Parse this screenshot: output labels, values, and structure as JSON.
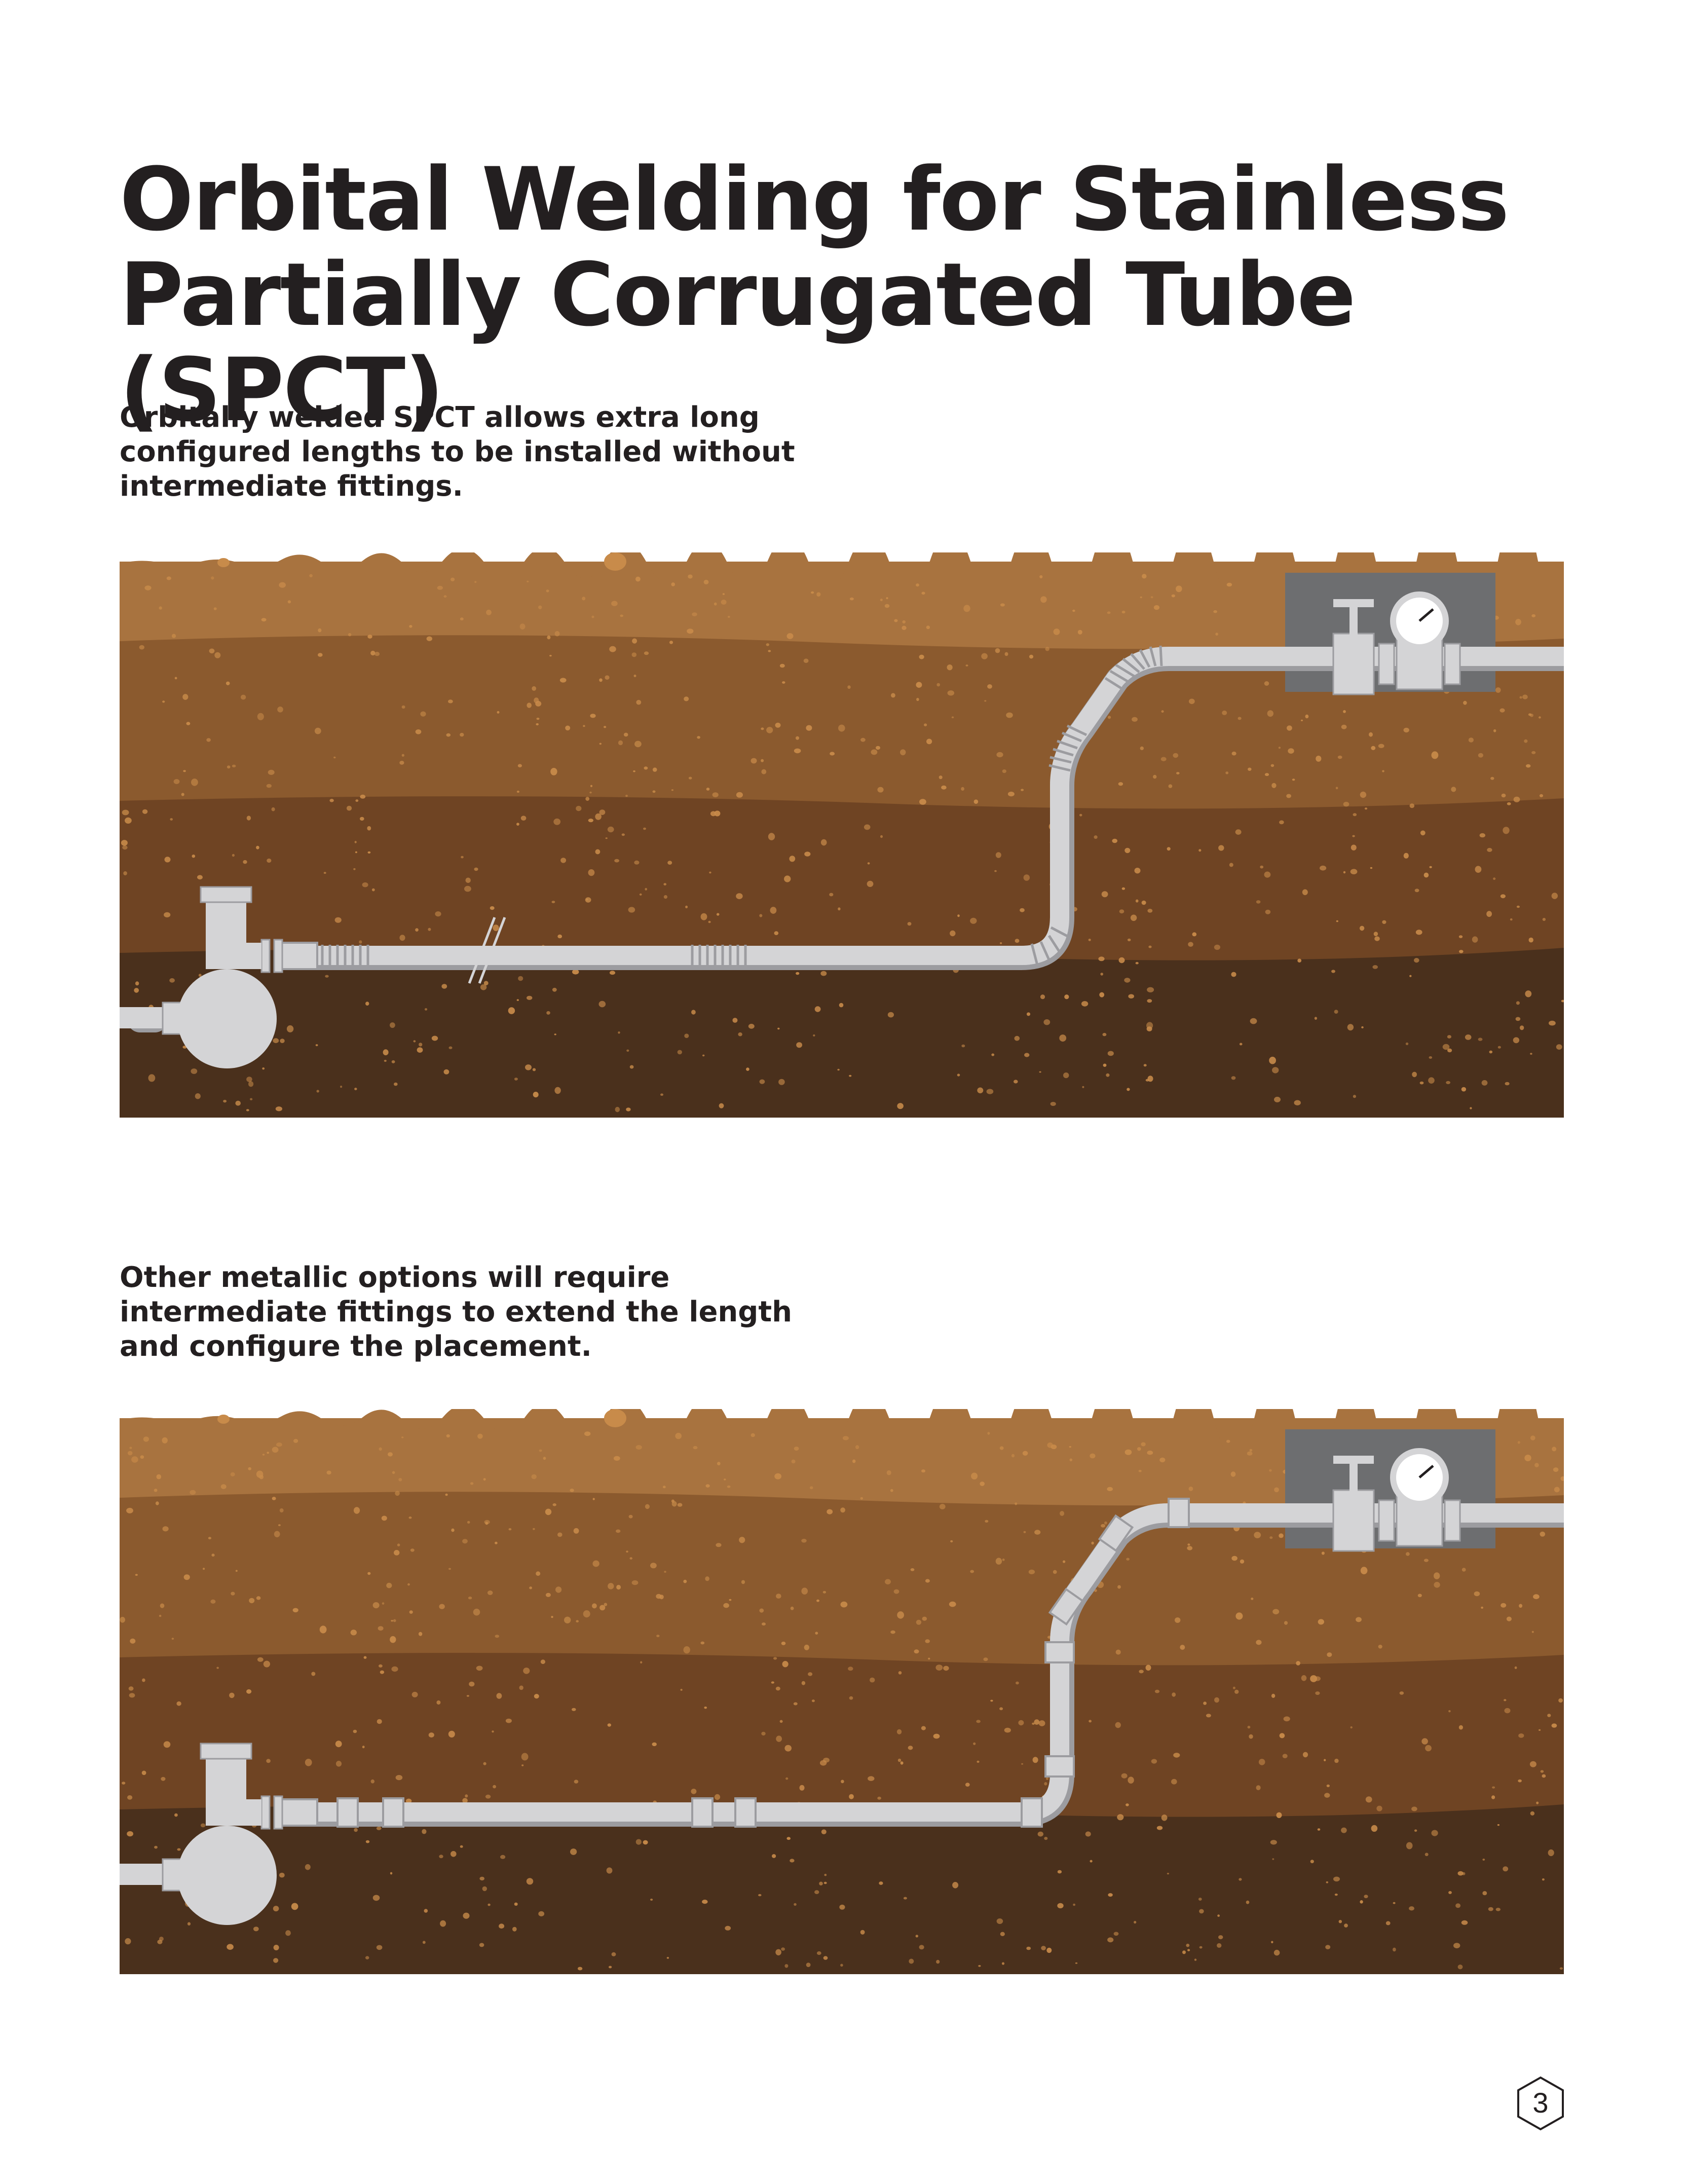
{
  "title_lines": [
    "Orbital Welding for Stainless",
    "Partially Corrugated Tube (SPCT)"
  ],
  "section1": {
    "text_lines": [
      "Orbitally welded SPCT allows extra long",
      "configured lengths to be installed without",
      "intermediate fittings."
    ]
  },
  "section2": {
    "text_lines": [
      "Other metallic options will require",
      "intermediate fittings to extend the length",
      "and configure the placement."
    ]
  },
  "page_number": "3",
  "colors": {
    "soil_top": "#a8733f",
    "soil_mid": "#8b5a2e",
    "soil_low": "#6f4423",
    "soil_bottom": "#4a301c",
    "pebble": "#c88b4a",
    "pipe": "#d4d4d6",
    "pipe_shadow": "#9c9ca0",
    "meter_box": "#6d6e70",
    "text": "#231f20"
  }
}
